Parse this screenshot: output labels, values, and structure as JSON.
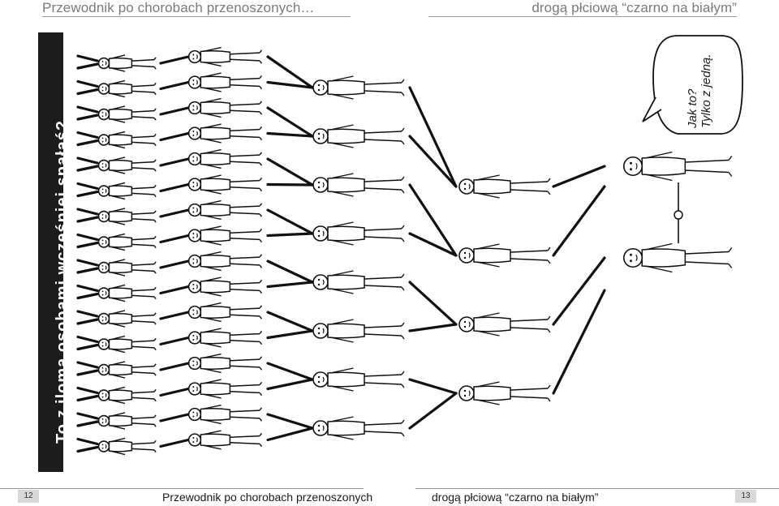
{
  "header": {
    "left_title": "Przewodnik po chorobach przenoszonych…",
    "right_title": "drogą płciową “czarno na białym”"
  },
  "side_banner": {
    "text": "To z iloma osobami wcześniej spałaś?"
  },
  "speech_bubble": {
    "line1": "Jak to?",
    "line2": "Tylko z jedną."
  },
  "footer": {
    "left_page_number": "12",
    "left_text": "Przewodnik po chorobach przenoszonych",
    "right_text": "drogą płciową “czarno na białym”",
    "right_page_number": "13"
  },
  "illustration": {
    "subject": "tree of connected stick-style figures",
    "colors": {
      "ink": "#111111",
      "band": "#1c1c1c",
      "rule": "#9a9a9a",
      "page_box": "#d8d8d8"
    }
  }
}
